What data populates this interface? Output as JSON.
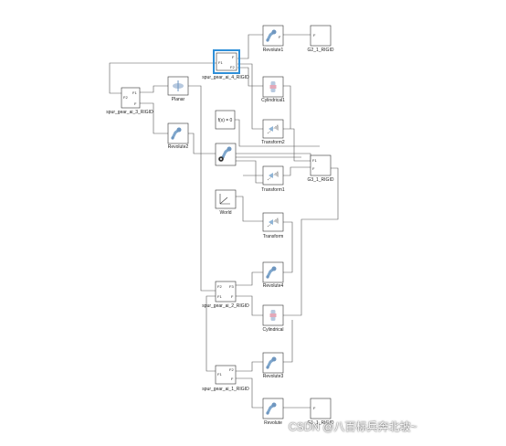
{
  "blocks": {
    "revolute1": {
      "label": "Revolute1",
      "port_f": "F"
    },
    "g2_rigid": {
      "label": "G2_1_RIGID",
      "port_f": "F"
    },
    "gear_a4": {
      "label": "spur_gear_ai_4_RIGID",
      "port_f1": "F1",
      "port_f": "F",
      "port_f2": "F2"
    },
    "cylindrical1": {
      "label": "Cylindrical1"
    },
    "gear_a3": {
      "label": "spur_gear_ai_3_RIGID",
      "port_f1": "F1",
      "port_f2": "F2",
      "port_f": "F"
    },
    "planar": {
      "label": "Planar"
    },
    "fx0": {
      "label": "f(x) = 0"
    },
    "transform2": {
      "label": "Transform2"
    },
    "revolute2": {
      "label": "Revolute2"
    },
    "mech_config": {
      "label": ""
    },
    "g3_rigid": {
      "label": "G3_1_RIGID",
      "port_f1": "F1",
      "port_f": "F"
    },
    "transform1": {
      "label": "Transform1"
    },
    "world": {
      "label": "World"
    },
    "transform": {
      "label": "Transform"
    },
    "revolute4": {
      "label": "Revolute4"
    },
    "gear_a2": {
      "label": "spur_gear_ai_2_RIGID",
      "port_f2": "F2",
      "port_f3": "F3",
      "port_f1": "F1",
      "port_f": "F"
    },
    "cylindrical": {
      "label": "Cylindrical"
    },
    "revolute3": {
      "label": "Revolute3"
    },
    "gear_a1": {
      "label": "spur_gear_ai_1_RIGID",
      "port_f1": "F1",
      "port_f2": "F2",
      "port_f": "F"
    },
    "revolute": {
      "label": "Revolute"
    },
    "g1_rigid": {
      "label": "G1_1_RIGID",
      "port_f": "F"
    }
  },
  "watermark": "CSDN @八百标兵奔北坡~",
  "colors": {
    "selection": "#2f8fd8",
    "line": "#555555",
    "joint_blue": "#8fb4d6",
    "joint_pink": "#e3a8b8"
  }
}
